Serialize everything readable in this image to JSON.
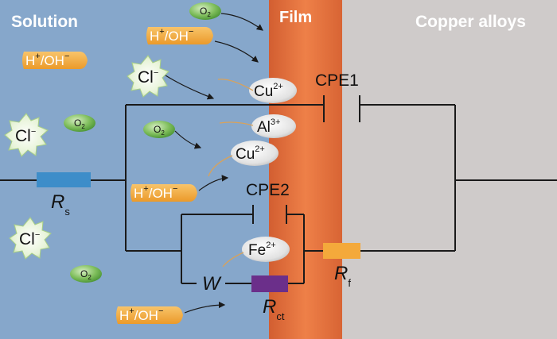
{
  "regions": {
    "solution": "Solution",
    "film": "Film",
    "alloy": "Copper alloys"
  },
  "components": {
    "cpe1": "CPE1",
    "cpe2": "CPE2",
    "rs_main": "R",
    "rs_sub": "s",
    "rf_main": "R",
    "rf_sub": "f",
    "rct_main": "R",
    "rct_sub": "ct",
    "w": "W"
  },
  "species": {
    "cl": "Cl",
    "cl_charge": "−",
    "o2": "O",
    "o2_sub": "2",
    "h": "H",
    "h_charge": "+",
    "oh": "/OH",
    "oh_charge": "−",
    "cu": "Cu",
    "cu_charge": "2+",
    "al": "Al",
    "al_charge": "3+",
    "fe": "Fe",
    "fe_charge": "2+"
  },
  "colors": {
    "solution": "#86a7cb",
    "film": "#e06d3a",
    "alloy": "#cfcbca",
    "rs_block": "#3d8dc9",
    "rf_block": "#f4a93b",
    "rct_block": "#6b2f8a",
    "hoh_badge": "#f4a93b",
    "o2_leaf": "#5fa547",
    "cl_star": "#e3f1d2"
  }
}
